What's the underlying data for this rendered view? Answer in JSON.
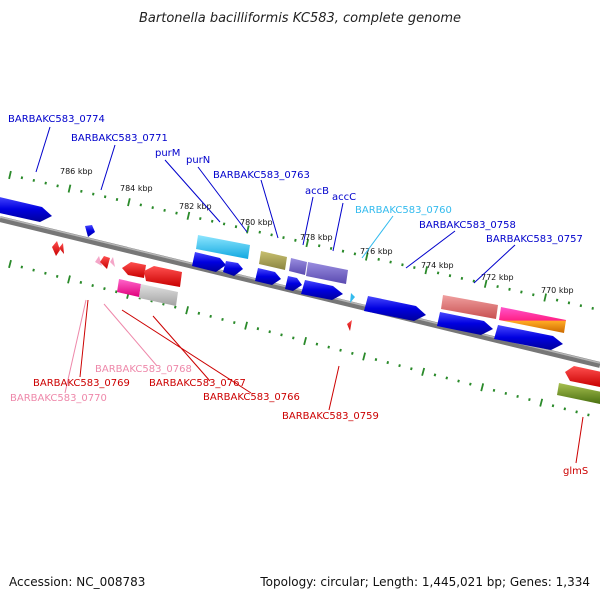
{
  "title": "Bartonella bacilliformis KC583, complete genome",
  "footer": {
    "accession": "Accession: NC_008783",
    "summary": "Topology: circular; Length: 1,445,021 bp; Genes: 1,334"
  },
  "colors": {
    "blue_label": "#0000cc",
    "red_label": "#cc0000",
    "pink_label": "#ee88aa",
    "cyan_label": "#33bbee",
    "tick": "#2a8a2a",
    "backbone": "#8a8a8a"
  },
  "kbp_ticks": [
    "786 kbp",
    "784 kbp",
    "782 kbp",
    "780 kbp",
    "778 kbp",
    "776 kbp",
    "774 kbp",
    "772 kbp",
    "770 kbp"
  ],
  "labels": {
    "barbakc583_0774": "BARBAKC583_0774",
    "barbakc583_0771": "BARBAKC583_0771",
    "purm": "purM",
    "purn": "purN",
    "barbakc583_0763": "BARBAKC583_0763",
    "accb": "accB",
    "accc": "accC",
    "barbakc583_0760": "BARBAKC583_0760",
    "barbakc583_0758": "BARBAKC583_0758",
    "barbakc583_0757": "BARBAKC583_0757",
    "barbakc583_0768": "BARBAKC583_0768",
    "barbakc583_0769": "BARBAKC583_0769",
    "barbakc583_0770": "BARBAKC583_0770",
    "barbakc583_0767": "BARBAKC583_0767",
    "barbakc583_0766": "BARBAKC583_0766",
    "barbakc583_0759": "BARBAKC583_0759",
    "glms": "glmS"
  }
}
